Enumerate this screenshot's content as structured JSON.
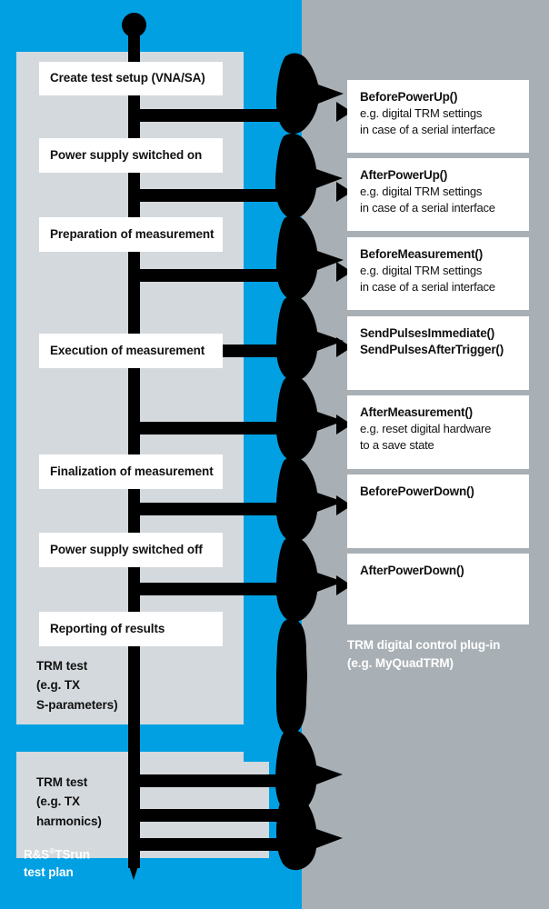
{
  "colors": {
    "brand_blue": "#00a0e3",
    "plugin_gray": "#a9b0b5",
    "panel_gray": "#d4d9dd",
    "box_white": "#ffffff",
    "flow_black": "#000000"
  },
  "testplan": {
    "caption": "R&S®TSrun\ntest plan",
    "caption_line1_pre": "R&S",
    "caption_line1_sup": "®",
    "caption_line1_post": "TSrun",
    "caption_line2": "test plan",
    "steps": [
      {
        "label": "Create test setup (VNA/SA)"
      },
      {
        "label": "Power supply switched on"
      },
      {
        "label": "Preparation of measurement"
      },
      {
        "label": "Execution of measurement"
      },
      {
        "label": "Finalization of measurement"
      },
      {
        "label": "Power supply switched off"
      },
      {
        "label": "Reporting of results"
      }
    ],
    "groups": [
      {
        "label": "TRM test\n(e.g. TX\nS-parameters)"
      },
      {
        "label": "TRM test\n(e.g. TX\nharmonics)"
      }
    ]
  },
  "plugin": {
    "caption": "TRM digital control plug-in\n(e.g. MyQuadTRM)",
    "caption_line1": "TRM digital control plug-in",
    "caption_line2": "(e.g. MyQuadTRM)",
    "callbacks": [
      {
        "title": "BeforePowerUp()",
        "lines": [
          "e.g. digital TRM settings",
          "in case of a serial interface"
        ]
      },
      {
        "title": "AfterPowerUp()",
        "lines": [
          "e.g. digital TRM settings",
          "in case of a serial interface"
        ]
      },
      {
        "title": "BeforeMeasurement()",
        "lines": [
          "e.g. digital TRM settings",
          "in case of a serial interface"
        ]
      },
      {
        "title": "SendPulsesImmediate()",
        "title2": "SendPulsesAfterTrigger()",
        "lines": []
      },
      {
        "title": "AfterMeasurement()",
        "lines": [
          "e.g. reset digital hardware",
          "to a save state"
        ]
      },
      {
        "title": "BeforePowerDown()",
        "lines": []
      },
      {
        "title": "AfterPowerDown()",
        "lines": []
      }
    ]
  }
}
